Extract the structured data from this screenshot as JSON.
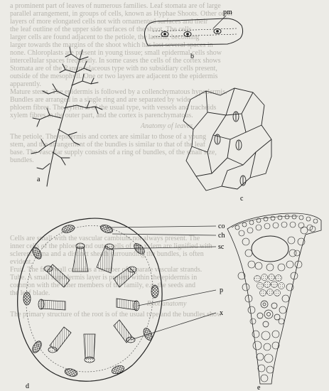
{
  "figure": {
    "panels": {
      "a": "a",
      "b": "b",
      "c": "c",
      "d": "d",
      "e": "e"
    },
    "labels": {
      "pm": "pm",
      "co": "co",
      "ch": "ch",
      "sc": "sc",
      "p": "p",
      "x": "x"
    }
  },
  "background_text": {
    "block1": [
      "a prominent part of leaves of numerous families. Leaf stomata are of large",
      "parallel arrangement, in groups of cells, known as Hyphae Shoots. Other outer",
      "layers of more elongated cells not with ornamented surfaces and their",
      "the leaf outline of the upper side surfaces of the shoot. The cells",
      "larger cells are found adjacent to the petiole, the lamina, becoming",
      "larger towards the margins of the shoot which has lost several spaces in",
      "none. Chloroplasts are present in young tissue; small epidermal cells show",
      "intercellular spaces frequently. In some cases the cells of the cortex shows",
      "Stomata are of the Ranunculaceous type with no subsidiary cells present,",
      "outside of the mesophyll. One or two layers are adjacent to the epidermis",
      "apparently.",
      "Mature stems. The epidermis is followed by a collenchymatous hypodermis.",
      "Bundles are arranged in a single ring and are separated by wide",
      "phloem fibres. The xylem is of the usual type, with vessels and tracheids",
      "xylem fibres in the outer part, and the cortex is parenchymatous."
    ],
    "heading1": "Anatomy of leaves",
    "block2": [
      "The petiole. The epidermis and cortex are similar to those of a young",
      "stem, and the arrangement of the bundles is similar to that of the leaf",
      "base. The vascular supply consists of a ring of bundles, of the small size,",
      "bundles."
    ],
    "block3": [
      "Cells are small with the vascular cambium not always present. The",
      "inner cells of the phloem and outer cells of the xylem are lignified with",
      "sclerenchyma and a distinct sheath surrounding the bundles, is often",
      "evident.",
      "Fruit. The fruit wall contains a number of separate vascular strands.",
      "Tube. A small hypodermis layer is present within the epidermis in",
      "common with the other members of the family, e.g. the seeds and",
      "the leaf blade."
    ],
    "heading2": "Root anatomy",
    "block4": [
      "The primary structure of the root is of the usual type and the bundles show"
    ]
  }
}
